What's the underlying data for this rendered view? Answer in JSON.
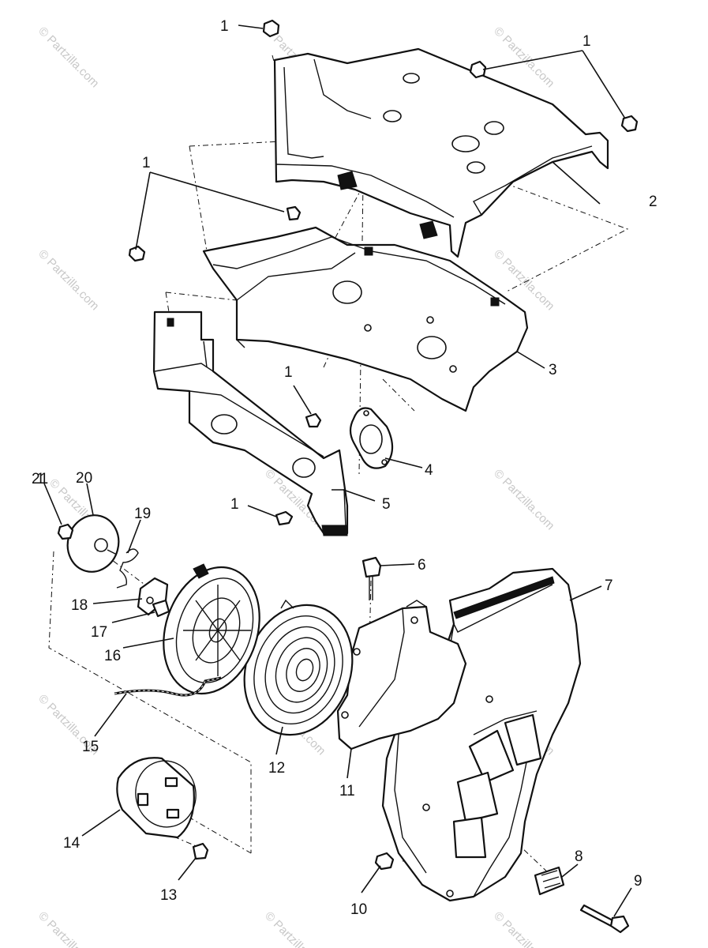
{
  "watermark": "© Partzilla.com",
  "callouts": [
    "1",
    "1",
    "1",
    "1",
    "1",
    "1",
    "2",
    "3",
    "4",
    "5",
    "6",
    "7",
    "8",
    "9",
    "10",
    "11",
    "12",
    "13",
    "14",
    "15",
    "16",
    "17",
    "18",
    "19",
    "20",
    "21"
  ]
}
